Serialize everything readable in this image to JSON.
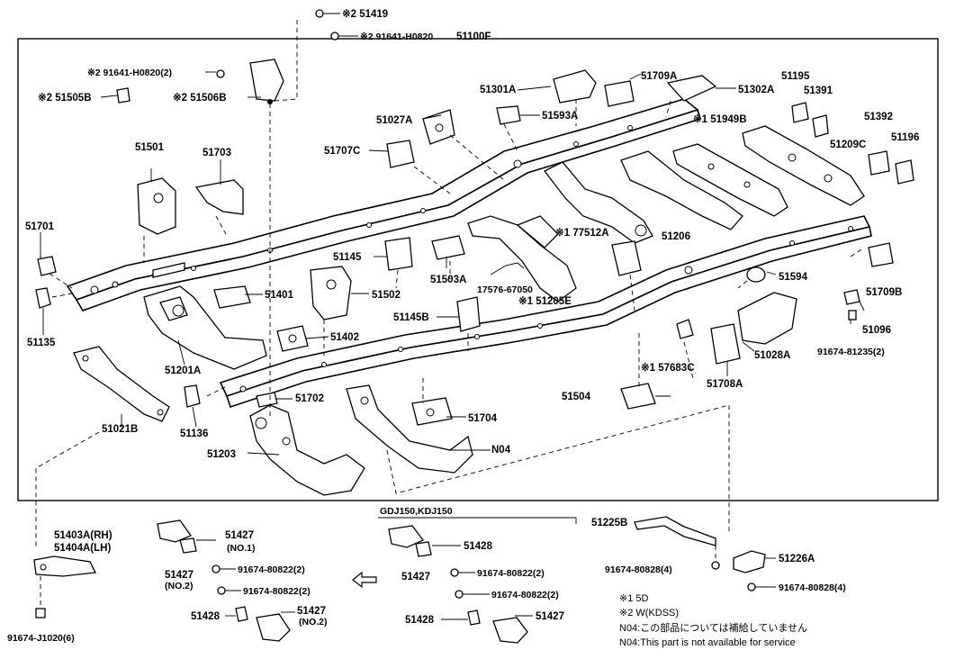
{
  "labels": {
    "p51419": "※2 51419",
    "p91641_top": "※2 91641-H0820",
    "p51100F": "51100F",
    "p91641_left": "※2 91641-H0820(2)",
    "p51505B": "※2 51505B",
    "p51506B": "※2 51506B",
    "p51301A": "51301A",
    "p51709A": "51709A",
    "p51302A": "51302A",
    "p51195": "51195",
    "p51391": "51391",
    "p51392": "51392",
    "p51196": "51196",
    "p51027A": "51027A",
    "p51593A": "51593A",
    "p51949B": "※1 51949B",
    "p51209C": "51209C",
    "p51707C": "51707C",
    "p51501": "51501",
    "p51703": "51703",
    "p51701": "51701",
    "p51206": "51206",
    "p77512A": "※1 77512A",
    "p51145": "51145",
    "p51503A": "51503A",
    "p17576": "17576-67050",
    "p51205E": "※1 51205E",
    "p51594": "51594",
    "p51709B": "51709B",
    "p51401": "51401",
    "p51502": "51502",
    "p51145B": "51145B",
    "p51096": "51096",
    "p91674_81235": "91674-81235(2)",
    "p51135": "51135",
    "p51201A": "51201A",
    "p51402": "51402",
    "p51028A": "51028A",
    "p57683C": "※1 57683C",
    "p51708A": "51708A",
    "p51504": "51504",
    "p51021B": "51021B",
    "p51136": "51136",
    "p51702": "51702",
    "p51704": "51704",
    "p51203": "51203",
    "pN04": "N04",
    "p51403A": "51403A(RH)",
    "p51404A": "51404A(LH)",
    "p91674_J1020": "91674-J1020(6)",
    "p51427_no1": "51427",
    "p51427_no1_sub": "(NO.1)",
    "p51427_no2": "51427",
    "p51427_no2_sub": "(NO.2)",
    "p91674_80822_a": "91674-80822(2)",
    "p91674_80822_b": "91674-80822(2)",
    "p51428_left": "51428",
    "p51427_no2b": "51427",
    "p51427_no2b_sub": "(NO.2)",
    "variant_header": "GDJ150,KDJ150",
    "p51428_mid": "51428",
    "p51427_mid": "51427",
    "p91674_80822_c": "91674-80822(2)",
    "p91674_80822_d": "91674-80822(2)",
    "p51428_mid2": "51428",
    "p51427_mid2": "51427",
    "p51225B": "51225B",
    "p51226A": "51226A",
    "p91674_80828_a": "91674-80828(4)",
    "p91674_80828_b": "91674-80828(4)"
  },
  "legend": {
    "note1": "※1 5D",
    "note2": "※2 W(KDSS)",
    "n04_jp": "N04:この部品については補給していません",
    "n04_en": "N04:This part is not available for service"
  }
}
